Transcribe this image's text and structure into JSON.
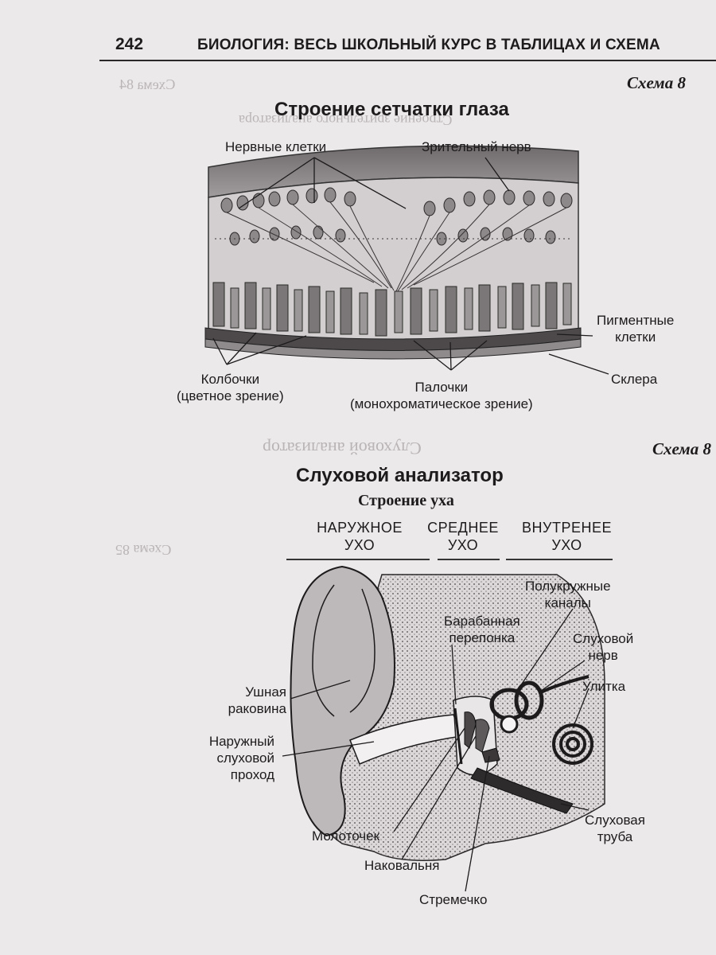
{
  "header": {
    "page_number": "242",
    "running_title": "БИОЛОГИЯ: ВЕСЬ ШКОЛЬНЫЙ КУРС В ТАБЛИЦАХ И СХЕМА"
  },
  "retina": {
    "scheme_label": "Схема 8",
    "title": "Строение сетчатки глаза",
    "labels": {
      "nerve_cells": "Нервные клетки",
      "optic_nerve": "Зрительный нерв",
      "pigment_cells": "Пигментные\nклетки",
      "sclera": "Склера",
      "cones": "Колбочки\n(цветное зрение)",
      "rods": "Палочки\n(монохроматическое зрение)"
    }
  },
  "ear": {
    "scheme_label": "Схема 8",
    "title": "Слуховой анализатор",
    "subtitle": "Строение уха",
    "columns": [
      "НАРУЖНОЕ\nУХО",
      "СРЕДНЕЕ\nУХО",
      "ВНУТРЕНЕЕ\nУХО"
    ],
    "labels": {
      "auricle": "Ушная\nраковина",
      "ear_canal": "Наружный\nслуховой\nпроход",
      "hammer": "Молоточек",
      "anvil": "Наковальня",
      "stirrup": "Стремечко",
      "eardrum": "Барабанная\nперепонка",
      "semicircular": "Полукружные\nканалы",
      "auditory_nerve": "Слуховой\nнерв",
      "cochlea": "Улитка",
      "eustachian": "Слуховая\nтруба"
    }
  },
  "bleed_through": [
    "Схема 84",
    "Строение зрительного анализатора",
    "Слуховой анализатор",
    "Схема 85"
  ]
}
